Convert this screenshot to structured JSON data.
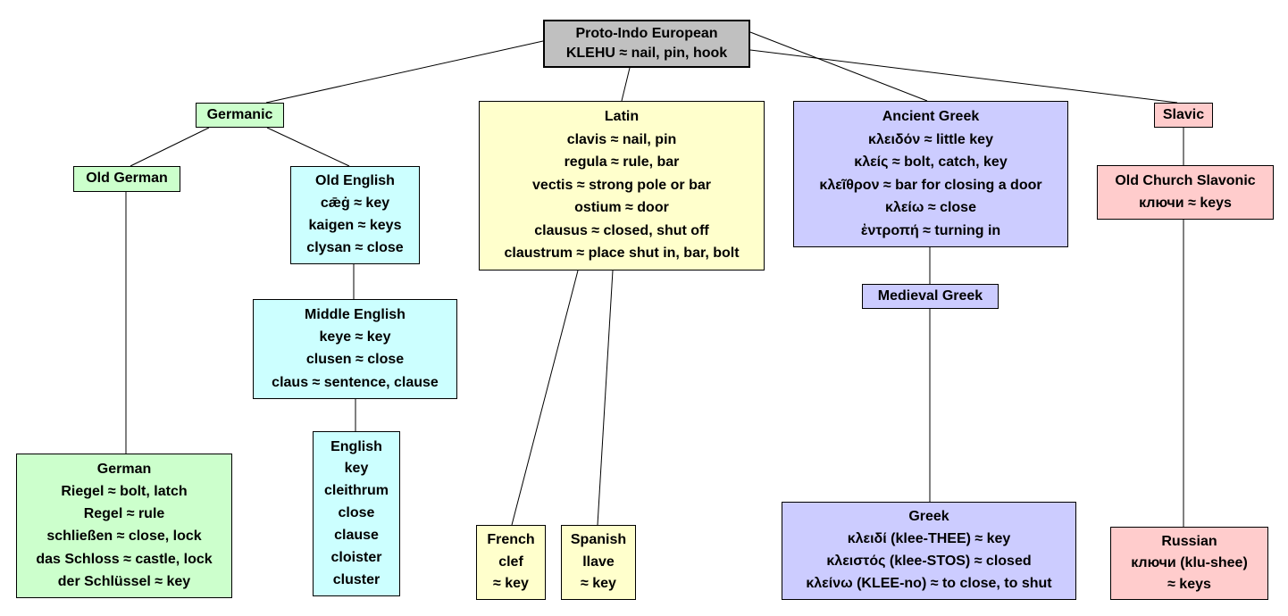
{
  "diagram": {
    "topic": "Etymology tree of key / close words",
    "root_label": "Proto-Indo European",
    "border_color": "#000000",
    "background_color": "#ffffff"
  },
  "colors": {
    "root": "#c0c0c0",
    "germanic_group": "#ccffcc",
    "english_group": "#ccffff",
    "latin_group": "#ffffcc",
    "greek_group": "#ccccff",
    "slavic_group": "#ffcccc"
  },
  "nodes": {
    "pie": {
      "lines": [
        "Proto-Indo European",
        "KLEHU ≈ nail, pin, hook"
      ]
    },
    "germanic": {
      "lines": [
        "Germanic"
      ]
    },
    "old_german": {
      "lines": [
        "Old German"
      ]
    },
    "old_english": {
      "lines": [
        "Old English",
        "cǣġ ≈ key",
        "kaigen ≈ keys",
        "clysan ≈ close"
      ]
    },
    "middle_english": {
      "lines": [
        "Middle English",
        "keye ≈ key",
        "clusen ≈ close",
        "claus ≈ sentence, clause"
      ]
    },
    "english": {
      "lines": [
        "English",
        "key",
        "cleithrum",
        "close",
        "clause",
        "cloister",
        "cluster"
      ]
    },
    "german": {
      "lines": [
        "German",
        "Riegel ≈ bolt, latch",
        "Regel ≈ rule",
        "schließen ≈ close, lock",
        "das Schloss ≈ castle, lock",
        "der Schlüssel ≈ key"
      ]
    },
    "latin": {
      "lines": [
        "Latin",
        "clavis ≈ nail, pin",
        "regula ≈ rule, bar",
        "vectis ≈ strong pole or bar",
        "ostium ≈ door",
        "clausus ≈ closed, shut off",
        "claustrum ≈ place shut in, bar, bolt"
      ]
    },
    "french": {
      "lines": [
        "French",
        "clef",
        "≈ key"
      ]
    },
    "spanish": {
      "lines": [
        "Spanish",
        "llave",
        "≈ key"
      ]
    },
    "ancient_greek": {
      "lines": [
        "Ancient Greek",
        "κλειδόν ≈ little key",
        "κλείς ≈ bolt, catch, key",
        "κλεῖθρον ≈ bar for closing a door",
        "κλείω ≈ close",
        "ἐντροπή ≈ turning in"
      ]
    },
    "medieval_greek": {
      "lines": [
        "Medieval Greek"
      ]
    },
    "greek": {
      "lines": [
        "Greek",
        "κλειδί (klee-THEE) ≈ key",
        "κλειστός (klee-STOS) ≈ closed",
        "κλείνω (KLEE-no) ≈ to close, to shut"
      ]
    },
    "slavic": {
      "lines": [
        "Slavic"
      ]
    },
    "old_church_slavonic": {
      "lines": [
        "Old Church Slavonic",
        "ключи ≈ keys"
      ]
    },
    "russian": {
      "lines": [
        "Russian",
        "ключи (klu-shee)",
        "≈ keys"
      ]
    }
  },
  "edges": [
    {
      "from": "pie",
      "to": "germanic"
    },
    {
      "from": "pie",
      "to": "latin"
    },
    {
      "from": "pie",
      "to": "ancient_greek"
    },
    {
      "from": "pie",
      "to": "slavic"
    },
    {
      "from": "germanic",
      "to": "old_german"
    },
    {
      "from": "germanic",
      "to": "old_english"
    },
    {
      "from": "old_german",
      "to": "german"
    },
    {
      "from": "old_english",
      "to": "middle_english"
    },
    {
      "from": "middle_english",
      "to": "english"
    },
    {
      "from": "latin",
      "to": "french"
    },
    {
      "from": "latin",
      "to": "spanish"
    },
    {
      "from": "ancient_greek",
      "to": "medieval_greek"
    },
    {
      "from": "medieval_greek",
      "to": "greek"
    },
    {
      "from": "slavic",
      "to": "old_church_slavonic"
    },
    {
      "from": "old_church_slavonic",
      "to": "russian"
    }
  ]
}
